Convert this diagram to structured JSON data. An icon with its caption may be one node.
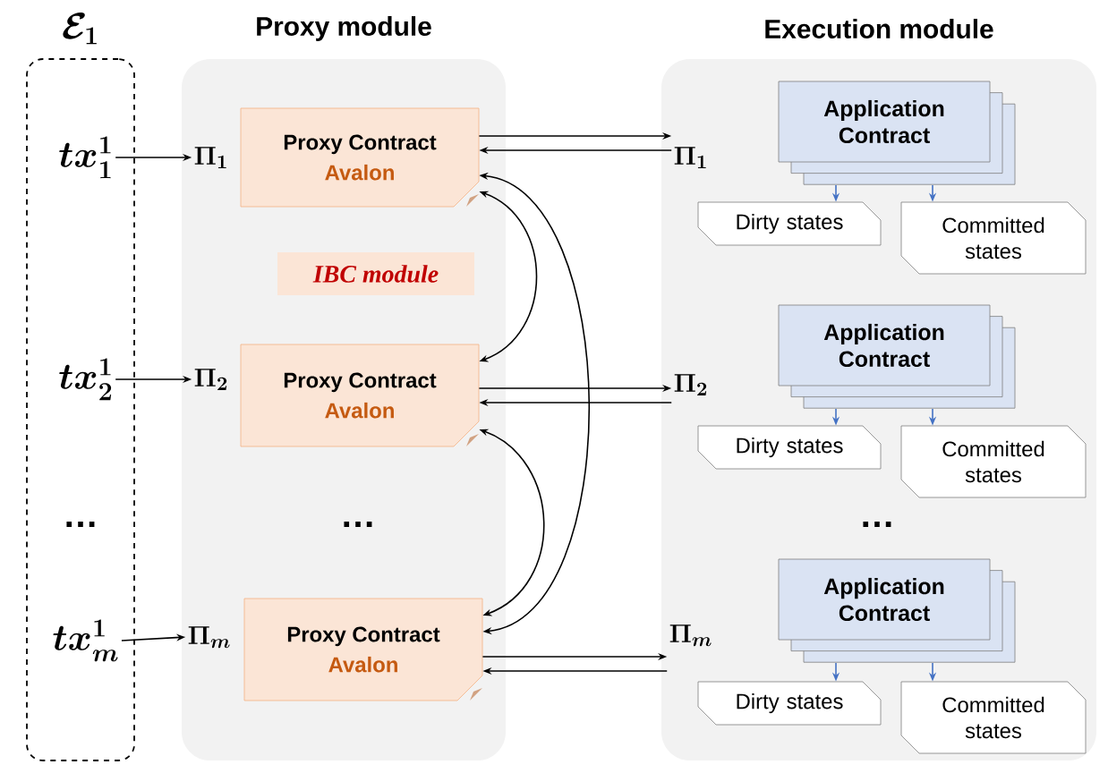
{
  "diagram": {
    "nodes": [
      {
        "text": [
          "\\mathcal{E}_1"
        ]
      },
      {
        "text": [
          "tx_1^1"
        ],
        "in": 0
      },
      {
        "text": [
          "tx_2^1"
        ],
        "in": 0
      },
      {
        "text": [
          "tx_m^1"
        ],
        "in": 0
      },
      {
        "text": [
          "Proxy module"
        ]
      },
      {
        "text": [
          "\\Pi_1"
        ],
        "in": 4
      },
      {
        "text": [
          "Proxy Contract",
          "Avalon"
        ],
        "in": 4
      },
      {
        "text": [
          "\\Pi_2"
        ],
        "in": 4
      },
      {
        "text": [
          "Proxy Contract",
          "Avalon"
        ],
        "in": 4
      },
      {
        "text": [
          "\\Pi_m"
        ],
        "in": 4
      },
      {
        "text": [
          "Proxy Contract",
          "Avalon"
        ],
        "in": 4
      },
      {
        "text": [
          "IBC module"
        ],
        "in": 4
      },
      {
        "text": [
          "Execution module"
        ]
      },
      {
        "text": [
          "\\Pi_1"
        ],
        "in": 12
      },
      {
        "text": [
          "Application Contract"
        ],
        "in": 12
      },
      {
        "text": [
          "Dirty states"
        ],
        "in": 12
      },
      {
        "text": [
          "Committed states"
        ],
        "in": 12
      },
      {
        "text": [
          "\\Pi_2"
        ],
        "in": 12
      },
      {
        "text": [
          "Application Contract"
        ],
        "in": 12
      },
      {
        "text": [
          "Dirty states"
        ],
        "in": 12
      },
      {
        "text": [
          "Committed states"
        ],
        "in": 12
      },
      {
        "text": [
          "\\Pi_m"
        ],
        "in": 12
      },
      {
        "text": [
          "Application Contract"
        ],
        "in": 12
      },
      {
        "text": [
          "Dirty states"
        ],
        "in": 12
      },
      {
        "text": [
          "Committed states"
        ],
        "in": 12
      }
    ],
    "edges": [
      {
        "from": 1,
        "to": 5,
        "arrow": "to"
      },
      {
        "from": 2,
        "to": 7,
        "arrow": "to"
      },
      {
        "from": 3,
        "to": 9,
        "arrow": "to"
      },
      {
        "from": 6,
        "to": 13,
        "arrow": "to"
      },
      {
        "from": 13,
        "to": 6,
        "arrow": "to"
      },
      {
        "from": 8,
        "to": 17,
        "arrow": "to"
      },
      {
        "from": 17,
        "to": 8,
        "arrow": "to"
      },
      {
        "from": 10,
        "to": 21,
        "arrow": "to"
      },
      {
        "from": 21,
        "to": 10,
        "arrow": "to"
      },
      {
        "from": 6,
        "to": 8,
        "arrow": "both"
      },
      {
        "from": 6,
        "to": 10,
        "arrow": "both"
      },
      {
        "from": 8,
        "to": 10,
        "arrow": "both"
      },
      {
        "from": 14,
        "to": 15,
        "arrow": "to",
        "color": "#4472c4"
      },
      {
        "from": 14,
        "to": 16,
        "arrow": "to",
        "color": "#4472c4"
      },
      {
        "from": 18,
        "to": 19,
        "arrow": "to",
        "color": "#4472c4"
      },
      {
        "from": 18,
        "to": 20,
        "arrow": "to",
        "color": "#4472c4"
      },
      {
        "from": 22,
        "to": 23,
        "arrow": "to",
        "color": "#4472c4"
      },
      {
        "from": 22,
        "to": 24,
        "arrow": "to",
        "color": "#4472c4"
      }
    ],
    "labels": [
      "…",
      "…",
      "…"
    ]
  }
}
